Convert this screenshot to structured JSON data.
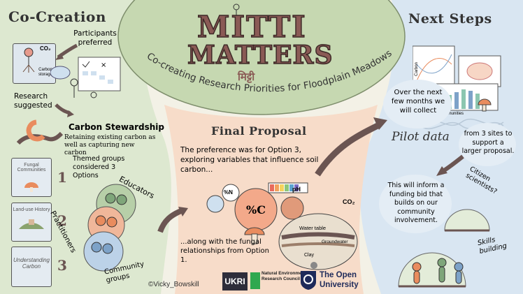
{
  "colors": {
    "left_panel": "#dde8d0",
    "right_panel": "#d9e6f2",
    "center_bg": "#f7dcc9",
    "header_green": "#c6d8b1",
    "title_brown": "#8a5a55",
    "text_dark": "#222222",
    "accent_orange": "#e98c5e"
  },
  "header": {
    "logo_line1": "MITTI",
    "logo_line2": "MATTERS",
    "logo_script": "मिट्टी",
    "subtitle": "Co-creating Research Priorities for Floodplain Meadows"
  },
  "co_creation": {
    "heading": "Co-Creation",
    "participants_preferred": "Participants preferred",
    "carbon_storage_label": "Carbon storage",
    "co2_label": "CO₂",
    "research_suggested": "Research suggested",
    "carbon_stewardship_title": "Carbon Stewardship",
    "carbon_stewardship_desc": "Retaining existing carbon as well as capturing new carbon",
    "themed_groups": "Themed groups considered 3 Options",
    "options": [
      {
        "number": "1",
        "label": "Fungal Communities"
      },
      {
        "number": "2",
        "label": "Land-use History"
      },
      {
        "number": "3",
        "label": "Understanding Carbon"
      }
    ],
    "groups": {
      "educators": "Educators",
      "practitioners": "Practitioners",
      "community": "Community groups"
    }
  },
  "final_proposal": {
    "heading": "Final Proposal",
    "preference_text": "The preference was for Option 3, exploring variables that influence soil carbon...",
    "fungal_text": "...along with the fungal relationships from Option 1.",
    "percent_c": "%C",
    "pN": "%N",
    "pH": "pH",
    "co2": "CO₂",
    "water_table": "Water table",
    "groundwater": "Groundwater",
    "clay": "Clay"
  },
  "next_steps": {
    "heading": "Next Steps",
    "chart_carbon": "Carbon",
    "chart_communities": "Communities",
    "collect_text": "Over the next few months we will collect",
    "pilot_data": "Pilot data",
    "sites_text": "from 3 sites to support a larger proposal.",
    "funding_text": "This will inform a funding bid that builds on our community involvement.",
    "citizen_scientists": "Citizen scientists?",
    "skills_building": "Skills building"
  },
  "footer": {
    "credit": "©Vicky_Bowskill",
    "ukri": "UKRI",
    "nerc": "Natural Environment Research Council",
    "ou_line1": "The Open",
    "ou_line2": "University"
  }
}
